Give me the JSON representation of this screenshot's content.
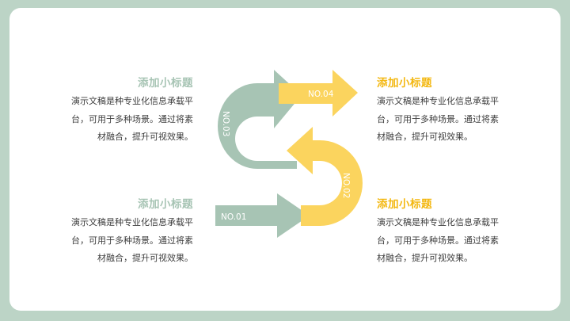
{
  "blocks": [
    {
      "title": "添加小标题",
      "lines": [
        "演示文稿是种专业化信息承载平",
        "台，可用于多种场景。通过将素",
        "材融合，提升可视效果。"
      ]
    },
    {
      "title": "添加小标题",
      "lines": [
        "演示文稿是种专业化信息承载平",
        "台，可用于多种场景。通过将素",
        "材融合，提升可视效果。"
      ]
    },
    {
      "title": "添加小标题",
      "lines": [
        "演示文稿是种专业化信息承载平",
        "台，可用于多种场景。通过将素",
        "材融合，提升可视效果。"
      ]
    },
    {
      "title": "添加小标题",
      "lines": [
        "演示文稿是种专业化信息承载平",
        "台，可用于多种场景。通过将素",
        "材融合，提升可视效果。"
      ]
    }
  ],
  "steps": {
    "s1": "NO.01",
    "s2": "NO.02",
    "s3": "NO.03",
    "s4": "NO.04"
  },
  "colors": {
    "green": "#a7c4b4",
    "yellow": "#fbd45e",
    "frame": "#bcd4c6"
  }
}
